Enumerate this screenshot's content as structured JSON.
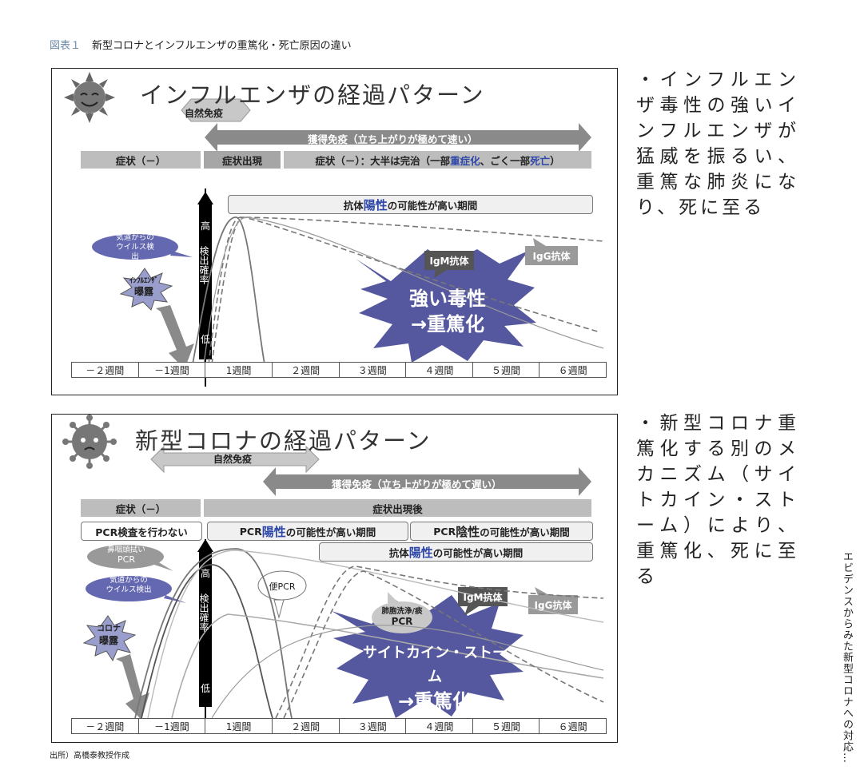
{
  "caption": {
    "num": "図表１",
    "text": "新型コロナとインフルエンザの重篤化・死亡原因の違い"
  },
  "source": "出所）高橋泰教授作成",
  "vertical_text": "エビデンスからみた新型コロナへの対応…",
  "weeks": [
    "－２週間",
    "－1週間",
    "1週間",
    "２週間",
    "３週間",
    "４週間",
    "５週間",
    "６週間"
  ],
  "flu": {
    "title": "インフルエンザの経過パターン",
    "natural": "自然免疫",
    "acquired": "獲得免疫（立ち上がりが極めて速い）",
    "sym_none": "症状（－）",
    "sym_onset": "症状出現",
    "sym_after_pre": "症状（－）：大半は完治（一部",
    "sym_after_sev": "重症化",
    "sym_after_mid": "、ごく一部",
    "sym_after_death": "死亡",
    "sym_after_post": "）",
    "antibody_pre": "抗体",
    "antibody_pos": "陽性",
    "antibody_post": "の可能性が高い期間",
    "airway": [
      "気道からの",
      "ウイルス検出"
    ],
    "exposure": [
      "ｲﾝﾌﾙｴﾝｻﾞ",
      "曝露"
    ],
    "axis_high": "高",
    "axis_mid": "検出確率",
    "axis_low": "低",
    "igm": "IgM抗体",
    "igg": "IgG抗体",
    "burst": [
      "強い毒性",
      "→重篤化"
    ]
  },
  "covid": {
    "title": "新型コロナの経過パターン",
    "natural": "自然免疫",
    "acquired": "獲得免疫（立ち上がりが極めて遅い）",
    "sym_none": "症状（－）",
    "sym_after": "症状出現後",
    "no_pcr": "PCR検査を行わない",
    "pcr_pos_pre": "PCR",
    "pcr_pos": "陽性",
    "pcr_pos_post": "の可能性が高い期間",
    "pcr_neg_pre": "PCR",
    "pcr_neg": "陰性",
    "pcr_neg_post": "の可能性が高い期間",
    "antibody_pre": "抗体",
    "antibody_pos": "陽性",
    "antibody_post": "の可能性が高い期間",
    "nasal": [
      "鼻咽頭拭い",
      "PCR"
    ],
    "airway": [
      "気道からの",
      "ウイルス検出"
    ],
    "stool": "便PCR",
    "lavage": [
      "肺胞洗浄/痰",
      "PCR"
    ],
    "exposure": [
      "コロナ",
      "曝露"
    ],
    "axis_high": "高",
    "axis_mid": "検出確率",
    "axis_low": "低",
    "igm": "IgM抗体",
    "igg": "IgG抗体",
    "burst": [
      "サイトカイン・ストーム",
      "→重篤化"
    ]
  },
  "side1": "・インフルエンザ毒性の強いインフルエンザが猛威を振るい、重篤な肺炎になり、死に至る",
  "side2": "・新型コロナ重篤化する別のメカニズム（サイトカイン・ストーム）により、重篤化、死に至る",
  "colors": {
    "burst": "#55589e",
    "bar": "#bdbdbd",
    "accent_blue": "#2d46a8",
    "caption_num": "#6a8aa8"
  }
}
